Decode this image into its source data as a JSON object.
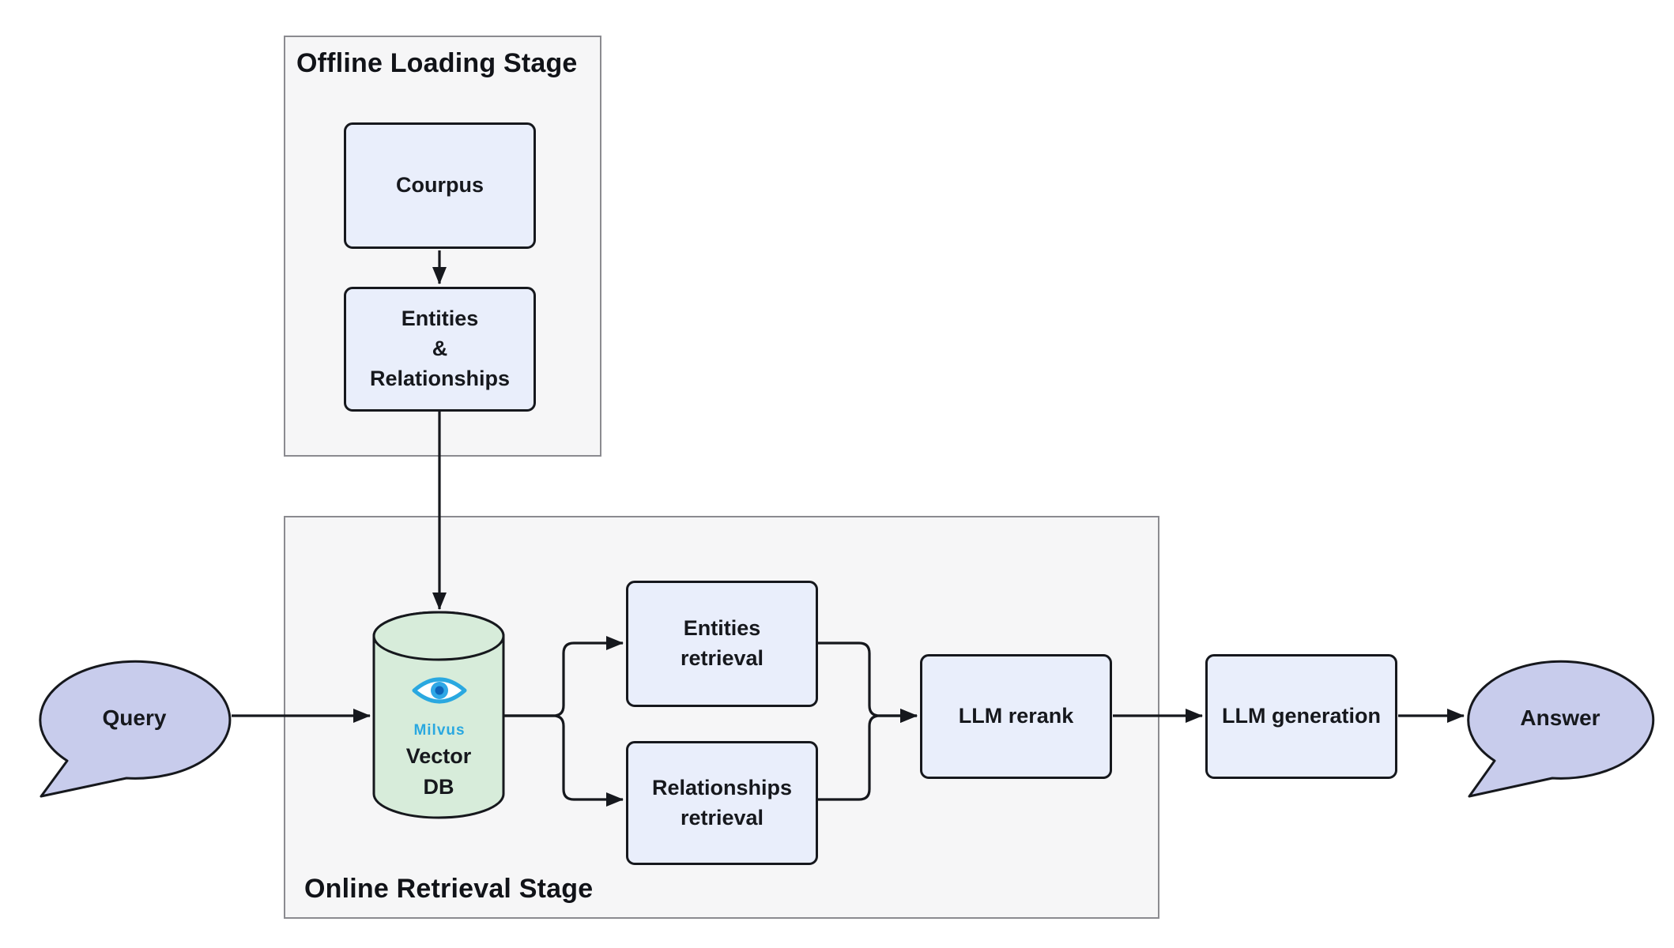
{
  "stages": {
    "offline": {
      "title": "Offline Loading Stage"
    },
    "online": {
      "title": "Online Retrieval Stage"
    }
  },
  "nodes": {
    "corpus": {
      "label": "Courpus"
    },
    "entities_relationships": {
      "label": "Entities\n&\nRelationships"
    },
    "vector_db": {
      "logo_text": "Milvus",
      "label": "Vector\nDB",
      "icon": "milvus-eye-icon"
    },
    "entities_retrieval": {
      "label": "Entities\nretrieval"
    },
    "relationships_retrieval": {
      "label": "Relationships\nretrieval"
    },
    "llm_rerank": {
      "label": "LLM rerank"
    },
    "llm_generation": {
      "label": "LLM generation"
    }
  },
  "terminals": {
    "query": {
      "label": "Query"
    },
    "answer": {
      "label": "Answer"
    }
  },
  "colors": {
    "node_fill": "#e9eefb",
    "node_border": "#16181d",
    "stage_fill": "#f6f6f7",
    "stage_border": "#8b8b90",
    "bubble_fill": "#c8ccec",
    "cylinder_fill": "#d7ecda",
    "milvus_blue": "#2aa8e0",
    "arrow_color": "#16181d"
  }
}
